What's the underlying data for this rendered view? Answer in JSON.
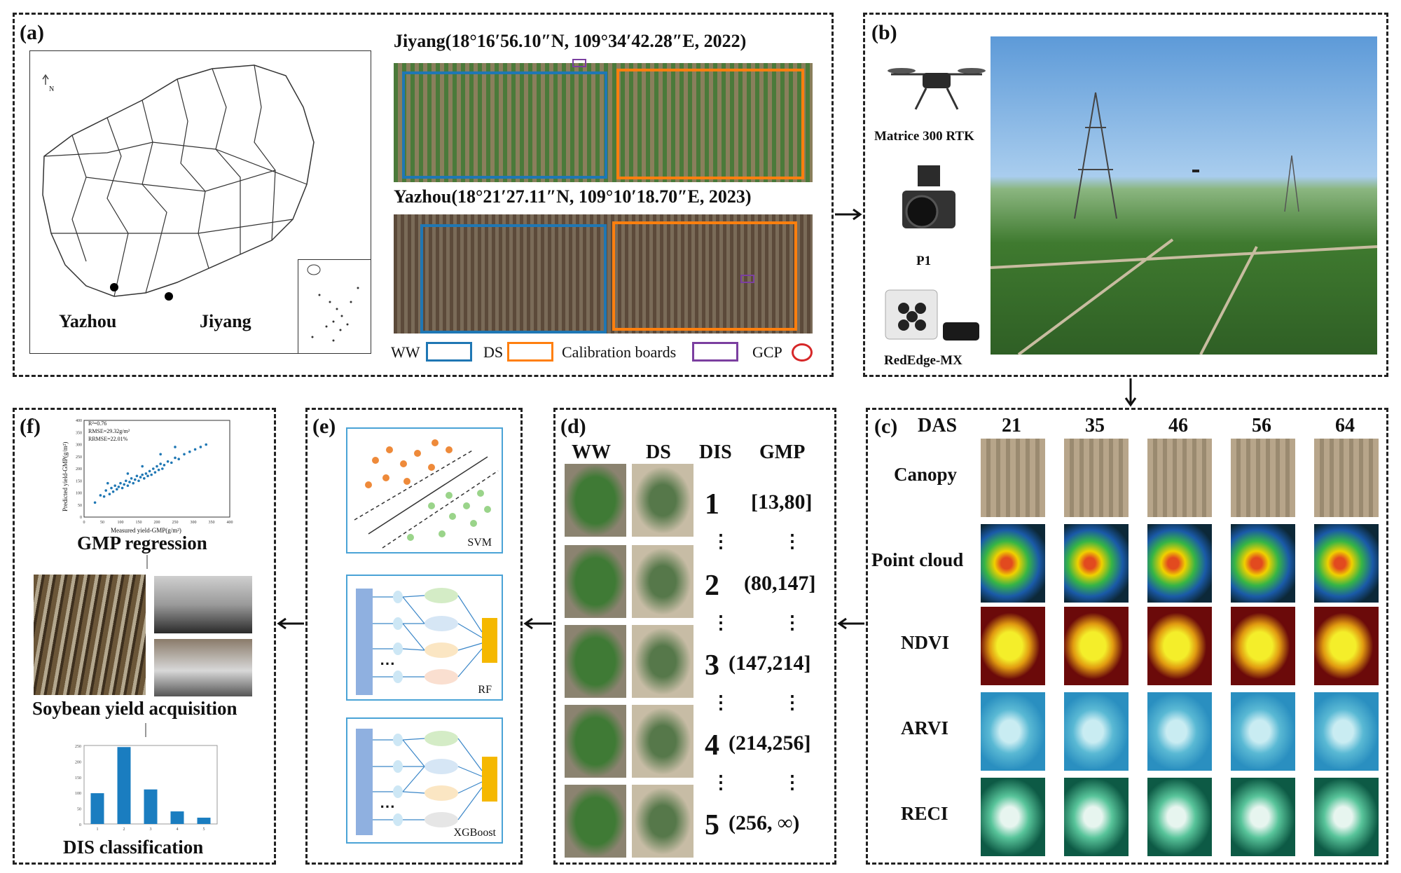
{
  "panels": {
    "a": "(a)",
    "b": "(b)",
    "c": "(c)",
    "d": "(d)",
    "e": "(e)",
    "f": "(f)"
  },
  "panel_a": {
    "north": "N",
    "place_yazhou": "Yazhou",
    "place_jiyang": "Jiyang",
    "site1_title": "Jiyang(18°16′56.10″N, 109°34′42.28″E, 2022)",
    "site2_title": "Yazhou(18°21′27.11″N, 109°10′18.70″E, 2023)",
    "legend": {
      "ww": "WW",
      "ds": "DS",
      "calib": "Calibration boards",
      "gcp": "GCP"
    },
    "colors": {
      "ww": "#1f77b4",
      "ds": "#ff7f0e",
      "calib": "#7b3fa0",
      "gcp": "#d62728"
    }
  },
  "panel_b": {
    "drone": "Matrice 300 RTK",
    "camera": "P1",
    "sensor": "RedEdge-MX"
  },
  "panel_c": {
    "das_label": "DAS",
    "days": [
      "21",
      "35",
      "46",
      "56",
      "64"
    ],
    "rows": [
      "Canopy",
      "Point cloud",
      "NDVI",
      "ARVI",
      "RECI"
    ]
  },
  "panel_d": {
    "headers": [
      "WW",
      "DS",
      "DIS",
      "GMP"
    ],
    "classes": [
      {
        "dis": "1",
        "gmp": "[13,80]"
      },
      {
        "dis": "2",
        "gmp": "(80,147]"
      },
      {
        "dis": "3",
        "gmp": "(147,214]"
      },
      {
        "dis": "4",
        "gmp": "(214,256]"
      },
      {
        "dis": "5",
        "gmp": "(256, ∞)"
      }
    ],
    "dots": "⋮"
  },
  "panel_e": {
    "svm": "SVM",
    "rf": "RF",
    "xgb": "XGBoost",
    "ellipsis": "⋯"
  },
  "panel_f": {
    "stats": {
      "r2": "R²=0.76",
      "rmse": "RMSE=29.32g/m²",
      "rrmse": "RRMSE=22.01%"
    },
    "scatter_ylabel": "Predicted yield-GMP(g/m²)",
    "scatter_xlabel": "Measured yield-GMP(g/m²)",
    "scatter_xticks": [
      "0",
      "50",
      "100",
      "150",
      "200",
      "250",
      "300",
      "350",
      "400"
    ],
    "scatter_yticks": [
      "0",
      "50",
      "100",
      "150",
      "200",
      "250",
      "300",
      "350",
      "400"
    ],
    "caption_regression": "GMP regression",
    "caption_yield": "Soybean yield acquisition",
    "caption_dis": "DIS classification",
    "bar_yticks": [
      "0",
      "50",
      "100",
      "150",
      "200",
      "250"
    ],
    "bar_xticks": [
      "1",
      "2",
      "3",
      "4",
      "5"
    ]
  },
  "chart_data": [
    {
      "type": "bar",
      "categories": [
        "1",
        "2",
        "3",
        "4",
        "5"
      ],
      "values": [
        98,
        245,
        110,
        40,
        20
      ],
      "ylim": [
        0,
        250
      ],
      "xlabel": "",
      "ylabel": ""
    },
    {
      "type": "scatter",
      "xlim": [
        0,
        400
      ],
      "ylim": [
        0,
        400
      ],
      "xlabel": "Measured yield-GMP(g/m²)",
      "ylabel": "Predicted yield-GMP(g/m²)",
      "series": [
        {
          "values": [
            [
              30,
              60
            ],
            [
              45,
              90
            ],
            [
              55,
              85
            ],
            [
              60,
              110
            ],
            [
              70,
              95
            ],
            [
              75,
              120
            ],
            [
              80,
              105
            ],
            [
              85,
              130
            ],
            [
              90,
              115
            ],
            [
              95,
              125
            ],
            [
              100,
              140
            ],
            [
              105,
              120
            ],
            [
              110,
              135
            ],
            [
              115,
              150
            ],
            [
              120,
              130
            ],
            [
              125,
              145
            ],
            [
              130,
              160
            ],
            [
              135,
              140
            ],
            [
              140,
              155
            ],
            [
              145,
              170
            ],
            [
              150,
              150
            ],
            [
              155,
              165
            ],
            [
              160,
              175
            ],
            [
              165,
              160
            ],
            [
              170,
              180
            ],
            [
              175,
              170
            ],
            [
              180,
              190
            ],
            [
              185,
              175
            ],
            [
              190,
              200
            ],
            [
              195,
              185
            ],
            [
              200,
              210
            ],
            [
              205,
              195
            ],
            [
              210,
              220
            ],
            [
              215,
              200
            ],
            [
              220,
              215
            ],
            [
              230,
              230
            ],
            [
              240,
              225
            ],
            [
              250,
              245
            ],
            [
              260,
              240
            ],
            [
              275,
              260
            ],
            [
              290,
              270
            ],
            [
              305,
              280
            ],
            [
              320,
              290
            ],
            [
              335,
              300
            ],
            [
              65,
              140
            ],
            [
              120,
              180
            ],
            [
              160,
              210
            ],
            [
              210,
              260
            ],
            [
              250,
              290
            ]
          ]
        }
      ]
    }
  ]
}
